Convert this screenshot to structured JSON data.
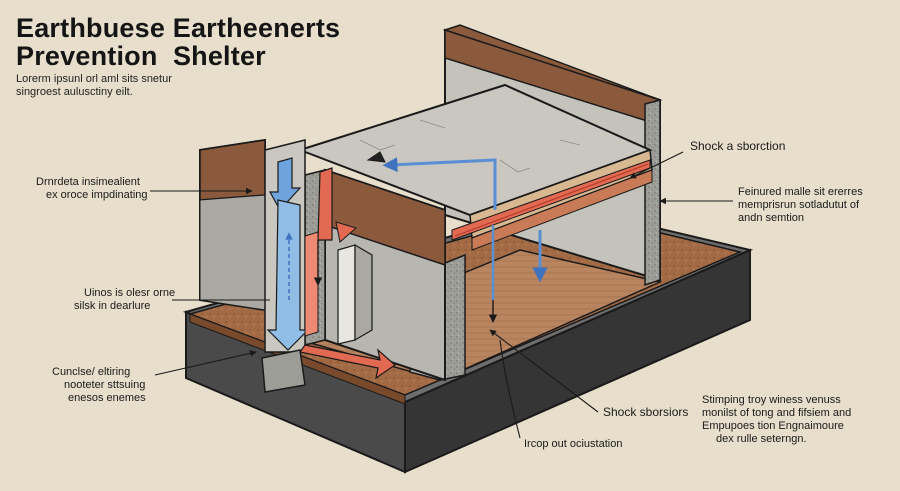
{
  "header": {
    "title_line1": "Earthbuese Eartheenerts",
    "title_line2": "Prevention  Shelter",
    "subtitle_line1": "Lorerm ipsunl orl aml sits snetur",
    "subtitle_line2": "singroest aulusctiny eilt."
  },
  "callouts": {
    "left_top": {
      "line1": "Drnrdeta insimealient",
      "line2": "ex oroce impdinating"
    },
    "left_mid": {
      "line1": "Uinos is olesr orne",
      "line2": "silsk in dearlure"
    },
    "left_bottom": {
      "line1": "Cunclse/ eltiring",
      "line2": "nooteter sttsuing",
      "line3": "enesos enemes"
    },
    "right_top": {
      "line1": "Shock a sborction"
    },
    "right_mid": {
      "line1": "Feinured malle sit ererres",
      "line2": "memprisrun sotladutut of",
      "line3": "andn semtion"
    },
    "center_bottom": {
      "line1": "Shock sborsiors"
    },
    "bottom_center": {
      "line1": "Ircop out ociustation"
    },
    "right_bottom": {
      "line1": "Stimping troy winess venuss",
      "line2": "monilst of tong and fifsiem and",
      "line3": "Empupoes tion Engnaimoure",
      "line4": "dex rulle seterngn."
    }
  },
  "colors": {
    "background": "#e7dfcb",
    "earth": "#8b5a3c",
    "concrete": "#b5b5b0",
    "slab": "#c9c7c0",
    "foundation": "#3b3b3b",
    "blue_arrow": "#5b8fd4",
    "red_arrow": "#e36a52"
  }
}
